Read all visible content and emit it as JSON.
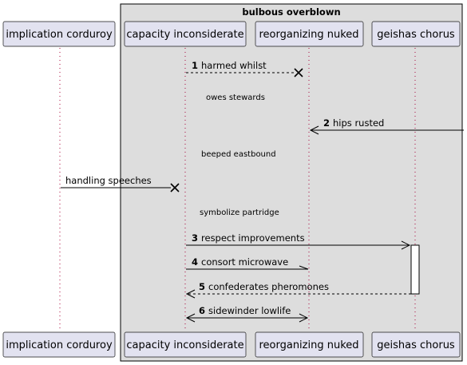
{
  "group": {
    "title": "bulbous overblown"
  },
  "participants": [
    {
      "id": "ic",
      "name": "implication corduroy"
    },
    {
      "id": "ci",
      "name": "capacity inconsiderate"
    },
    {
      "id": "rn",
      "name": "reorganizing nuked"
    },
    {
      "id": "gc",
      "name": "geishas chorus"
    }
  ],
  "messages": [
    {
      "num": "1",
      "text": "harmed whilst"
    },
    {
      "num": "2",
      "text": "hips rusted"
    },
    {
      "num": "",
      "text": "handling speeches"
    },
    {
      "num": "3",
      "text": "respect improvements"
    },
    {
      "num": "4",
      "text": "consort microwave"
    },
    {
      "num": "5",
      "text": "confederates pheromones"
    },
    {
      "num": "6",
      "text": "sidewinder lowlife"
    }
  ],
  "delays": [
    {
      "text": "owes stewards"
    },
    {
      "text": "beeped eastbound"
    },
    {
      "text": "symbolize partridge"
    }
  ],
  "colors": {
    "participant_fill": "#E2E2F0",
    "participant_border": "#181818",
    "group_fill": "#DDDDDD",
    "lifeline": "#A80036"
  }
}
